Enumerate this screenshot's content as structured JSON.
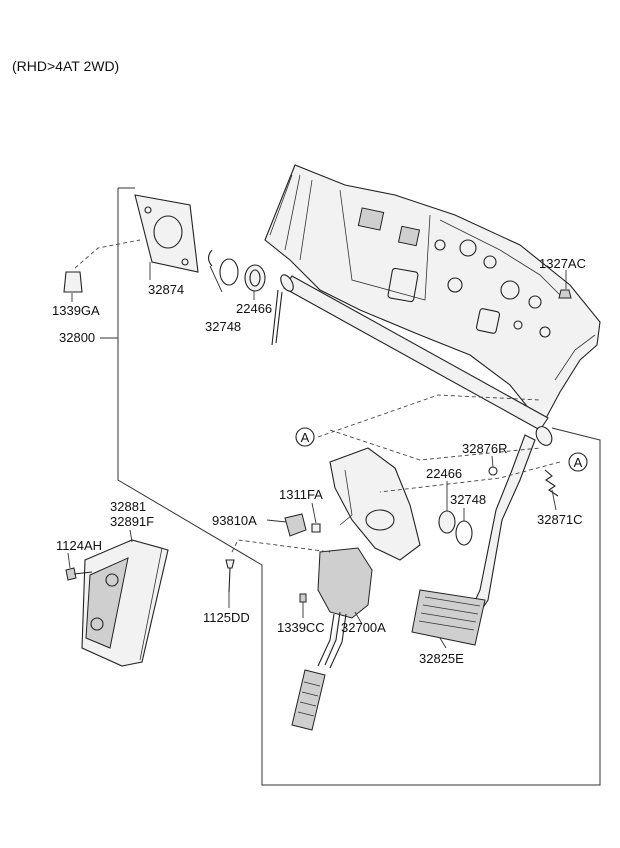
{
  "header": {
    "variant": "(RHD>4AT 2WD)"
  },
  "callouts": [
    {
      "id": "marker-a-left",
      "text": "A"
    },
    {
      "id": "marker-a-right",
      "text": "A"
    }
  ],
  "parts": {
    "p1327AC": "1327AC",
    "p1339GA": "1339GA",
    "p32800": "32800",
    "p32874": "32874",
    "p32748_top": "32748",
    "p22466_top": "22466",
    "p32876R": "32876R",
    "p22466_mid": "22466",
    "p32748_mid": "32748",
    "p32871C": "32871C",
    "p1311FA": "1311FA",
    "p93810A": "93810A",
    "p32881": "32881",
    "p32891F": "32891F",
    "p1124AH": "1124AH",
    "p1125DD": "1125DD",
    "p1339CC": "1339CC",
    "p32700A": "32700A",
    "p32825E": "32825E"
  }
}
